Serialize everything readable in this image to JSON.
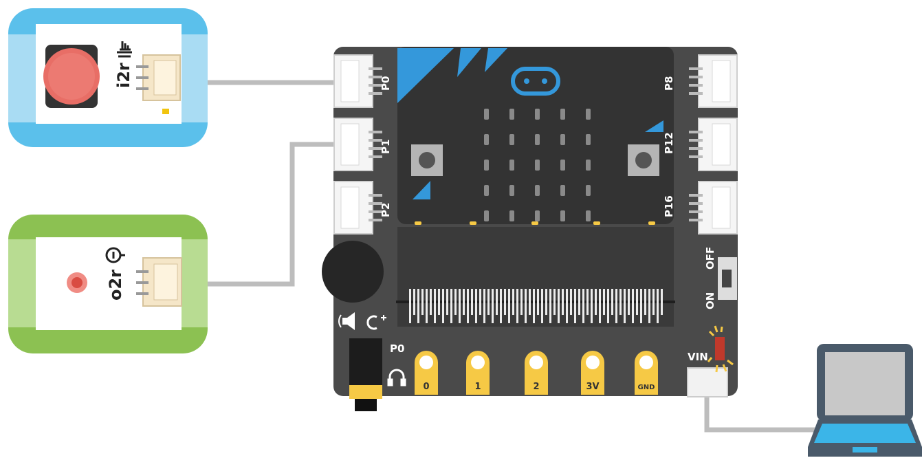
{
  "modules": {
    "button": {
      "label": "i2r",
      "icon": "hand-press-icon",
      "color": "#5bc0eb"
    },
    "led": {
      "label": "o2r",
      "icon": "lightbulb-icon",
      "color": "#8cc152"
    }
  },
  "board": {
    "ports_left": [
      "P0",
      "P1",
      "P2"
    ],
    "ports_right": [
      "P8",
      "P12",
      "P16"
    ],
    "switch": {
      "off_label": "OFF",
      "on_label": "ON"
    },
    "audio_label": "P0",
    "pads": [
      "0",
      "1",
      "2",
      "3V",
      "GND"
    ],
    "power_label": "VIN",
    "color": "#4a4a4a",
    "accent": "#3498db",
    "pad_color": "#f6c945"
  },
  "laptop": {
    "icon": "laptop-icon",
    "screen_color": "#3bb5e8"
  }
}
